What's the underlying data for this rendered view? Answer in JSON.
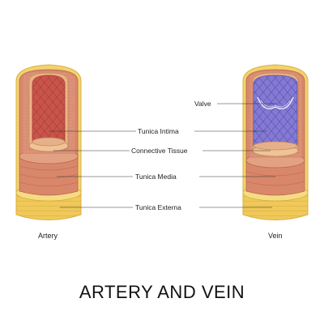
{
  "title": "ARTERY AND VEIN",
  "vessels": {
    "artery": "Artery",
    "vein": "Vein"
  },
  "labels": {
    "tunica_intima": "Tunica Intima",
    "connective_tissue": "Connective Tissue",
    "tunica_media": "Tunica Media",
    "tunica_externa": "Tunica Externa",
    "valve": "Valve"
  },
  "colors": {
    "externa": "#f0c95a",
    "media": "#d9876a",
    "connective": "#e9b383",
    "intima_artery": "#c9554a",
    "intima_vein": "#7d72cc"
  }
}
